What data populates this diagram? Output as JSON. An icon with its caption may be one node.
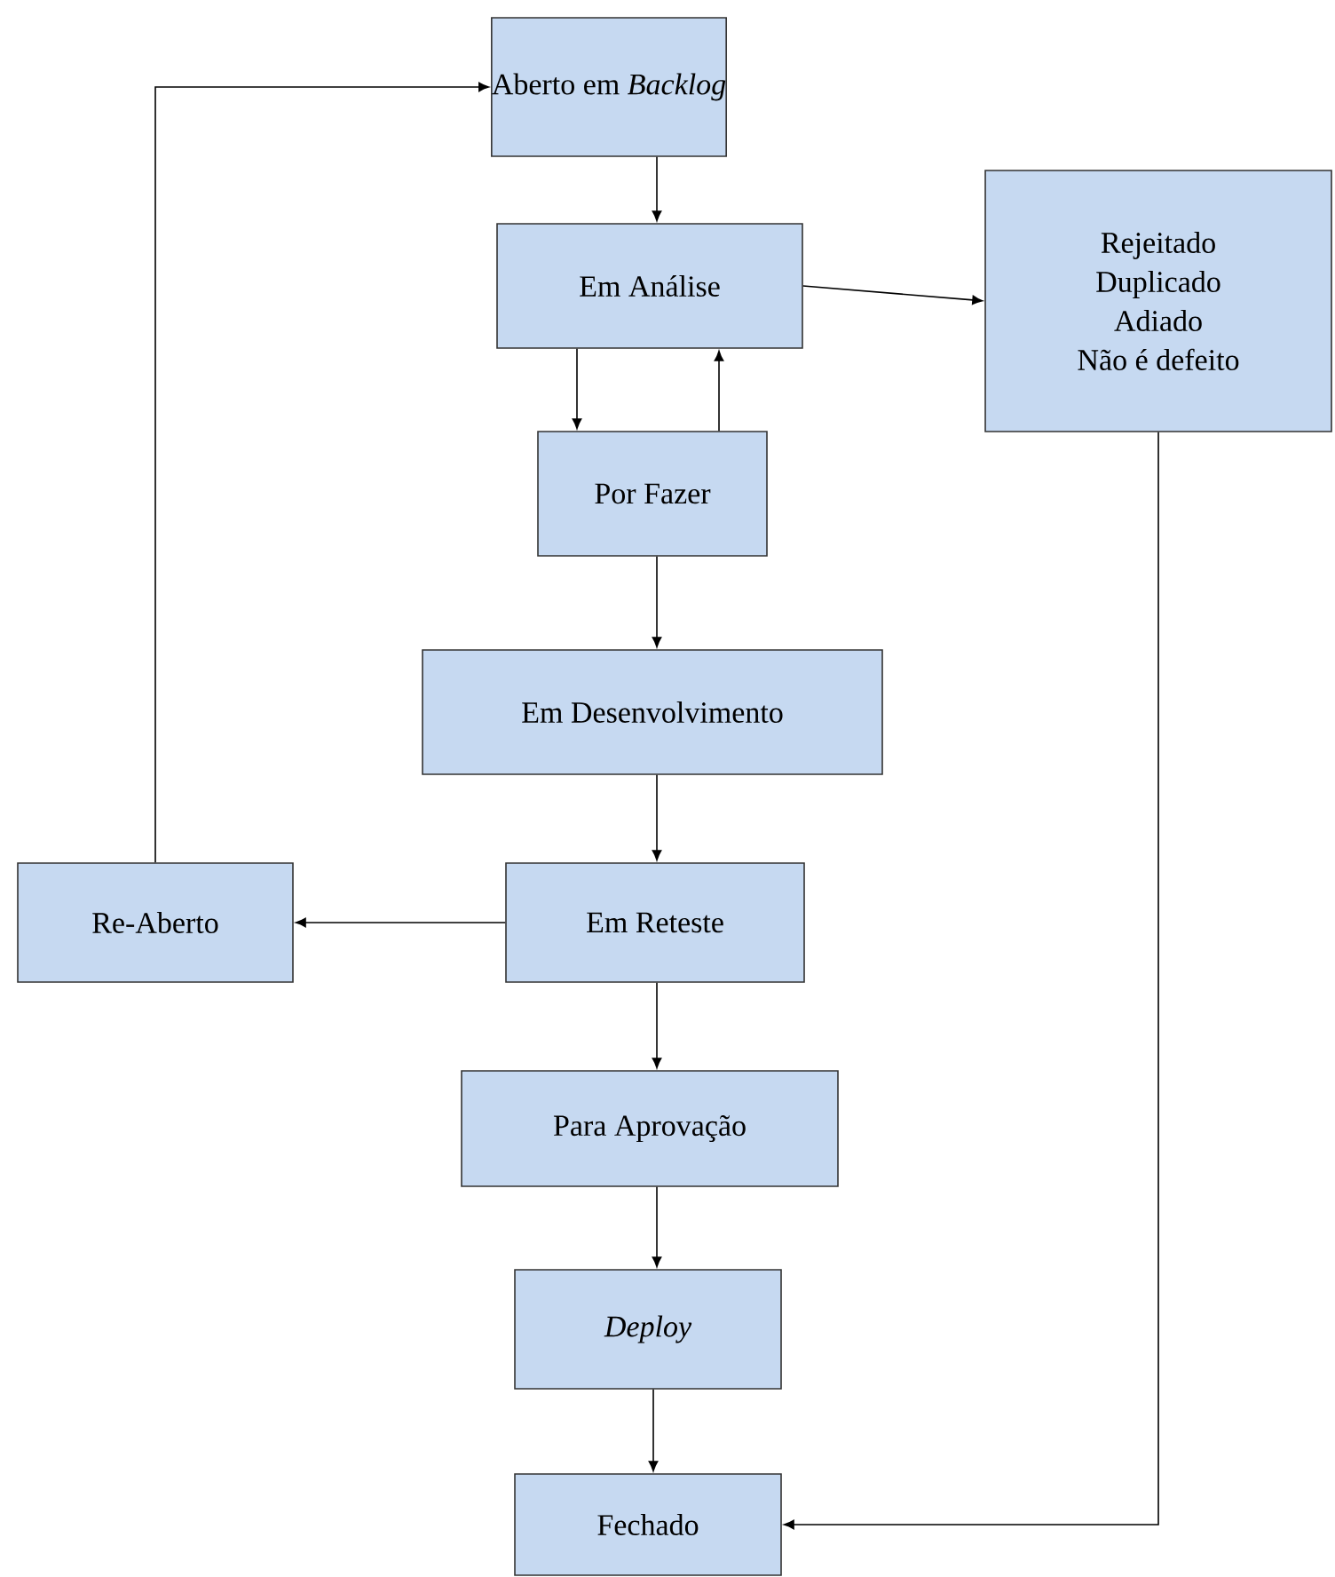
{
  "diagram": {
    "nodes": [
      {
        "text": [
          "Aberto em *Backlog*"
        ]
      },
      {
        "text": [
          "Em Análise"
        ]
      },
      {
        "text": [
          "Rejeitado",
          "Duplicado",
          "Adiado",
          "Não é defeito"
        ]
      },
      {
        "text": [
          "Por Fazer"
        ]
      },
      {
        "text": [
          "Em Desenvolvimento"
        ]
      },
      {
        "text": [
          "Em Reteste"
        ]
      },
      {
        "text": [
          "Re-Aberto"
        ]
      },
      {
        "text": [
          "Para Aprovação"
        ]
      },
      {
        "text": [
          "*Deploy*"
        ]
      },
      {
        "text": [
          "Fechado"
        ]
      }
    ],
    "edges": [
      {
        "from": 0,
        "to": 1,
        "arrow": "to"
      },
      {
        "from": 1,
        "to": 3,
        "arrow": "to"
      },
      {
        "from": 3,
        "to": 1,
        "arrow": "to"
      },
      {
        "from": 1,
        "to": 2,
        "arrow": "to"
      },
      {
        "from": 3,
        "to": 4,
        "arrow": "to"
      },
      {
        "from": 4,
        "to": 5,
        "arrow": "to"
      },
      {
        "from": 5,
        "to": 6,
        "arrow": "to"
      },
      {
        "from": 6,
        "to": 0,
        "arrow": "to"
      },
      {
        "from": 5,
        "to": 7,
        "arrow": "to"
      },
      {
        "from": 7,
        "to": 8,
        "arrow": "to"
      },
      {
        "from": 8,
        "to": 9,
        "arrow": "to"
      },
      {
        "from": 2,
        "to": 9,
        "arrow": "to"
      }
    ]
  }
}
